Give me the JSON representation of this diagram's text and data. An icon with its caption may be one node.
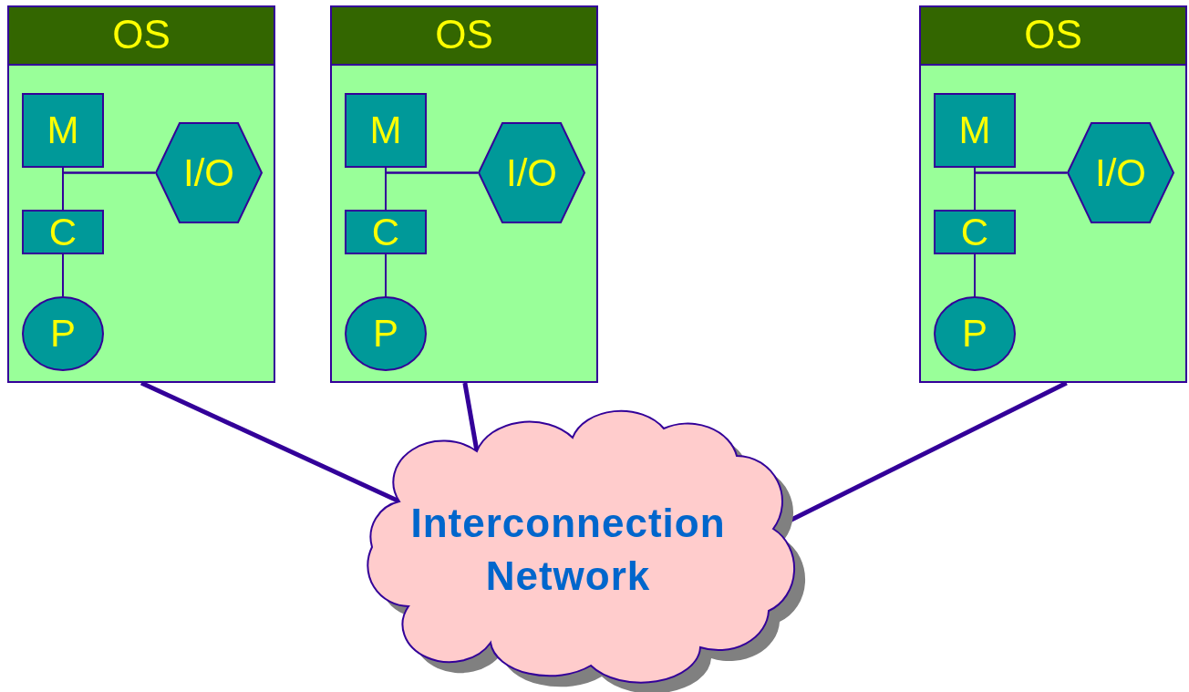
{
  "diagram": {
    "nodes": [
      {
        "text": [
          "OS"
        ]
      },
      {
        "text": [
          "M"
        ],
        "in": 0
      },
      {
        "text": [
          "I/O"
        ],
        "in": 0
      },
      {
        "text": [
          "C"
        ],
        "in": 0
      },
      {
        "text": [
          "P"
        ],
        "in": 0
      },
      {
        "text": [
          "OS"
        ]
      },
      {
        "text": [
          "M"
        ],
        "in": 5
      },
      {
        "text": [
          "I/O"
        ],
        "in": 5
      },
      {
        "text": [
          "C"
        ],
        "in": 5
      },
      {
        "text": [
          "P"
        ],
        "in": 5
      },
      {
        "text": [
          "OS"
        ]
      },
      {
        "text": [
          "M"
        ],
        "in": 10
      },
      {
        "text": [
          "I/O"
        ],
        "in": 10
      },
      {
        "text": [
          "C"
        ],
        "in": 10
      },
      {
        "text": [
          "P"
        ],
        "in": 10
      },
      {
        "text": [
          "Interconnection Network"
        ]
      }
    ],
    "edges": [
      {
        "from": 1,
        "to": 3,
        "arrow": "none"
      },
      {
        "from": 3,
        "to": 4,
        "arrow": "none"
      },
      {
        "from": 2,
        "to": 1,
        "arrow": "none"
      },
      {
        "from": 2,
        "to": 3,
        "arrow": "none"
      },
      {
        "from": 6,
        "to": 8,
        "arrow": "none"
      },
      {
        "from": 8,
        "to": 9,
        "arrow": "none"
      },
      {
        "from": 7,
        "to": 6,
        "arrow": "none"
      },
      {
        "from": 7,
        "to": 8,
        "arrow": "none"
      },
      {
        "from": 11,
        "to": 13,
        "arrow": "none"
      },
      {
        "from": 13,
        "to": 14,
        "arrow": "none"
      },
      {
        "from": 12,
        "to": 11,
        "arrow": "none"
      },
      {
        "from": 12,
        "to": 13,
        "arrow": "none"
      },
      {
        "from": 0,
        "to": 15,
        "arrow": "none",
        "style": "thick"
      },
      {
        "from": 5,
        "to": 15,
        "arrow": "none",
        "style": "thick"
      },
      {
        "from": 10,
        "to": 15,
        "arrow": "none",
        "style": "thick"
      }
    ]
  }
}
